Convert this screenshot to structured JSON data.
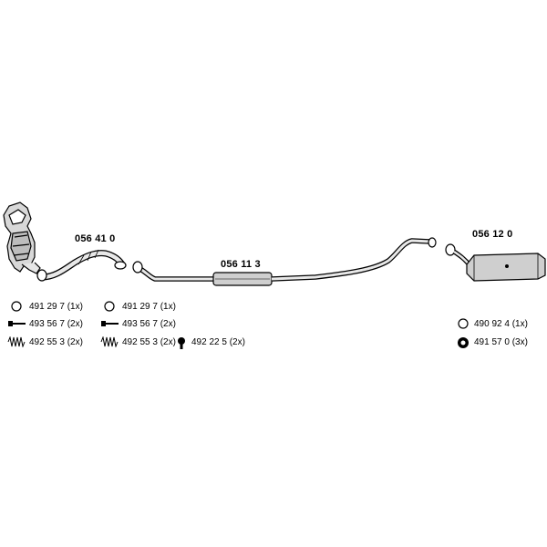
{
  "parts": {
    "front_pipe": "056 41 0",
    "centre_pipe": "056 11 3",
    "rear_silencer": "056 12 0"
  },
  "accessories": {
    "group1": [
      {
        "icon": "ring-icon",
        "label": "491 29 7 (1x)"
      },
      {
        "icon": "bolt-icon",
        "label": "493 56 7 (2x)"
      },
      {
        "icon": "spring-icon",
        "label": "492 55 3 (2x)"
      }
    ],
    "group2": [
      {
        "icon": "ring-icon",
        "label": "491 29 7 (1x)"
      },
      {
        "icon": "bolt-icon",
        "label": "493 56 7 (2x)"
      },
      {
        "icon": "spring-icon",
        "label": "492 55 3 (2x)"
      }
    ],
    "group3": [
      {
        "icon": "rubber-mount-icon",
        "label": "492 22 5 (2x)"
      }
    ],
    "group4": [
      {
        "icon": "ring-icon",
        "label": "490 92 4 (1x)"
      },
      {
        "icon": "rubber-mount-icon",
        "label": "491 57 0 (3x)"
      }
    ]
  }
}
